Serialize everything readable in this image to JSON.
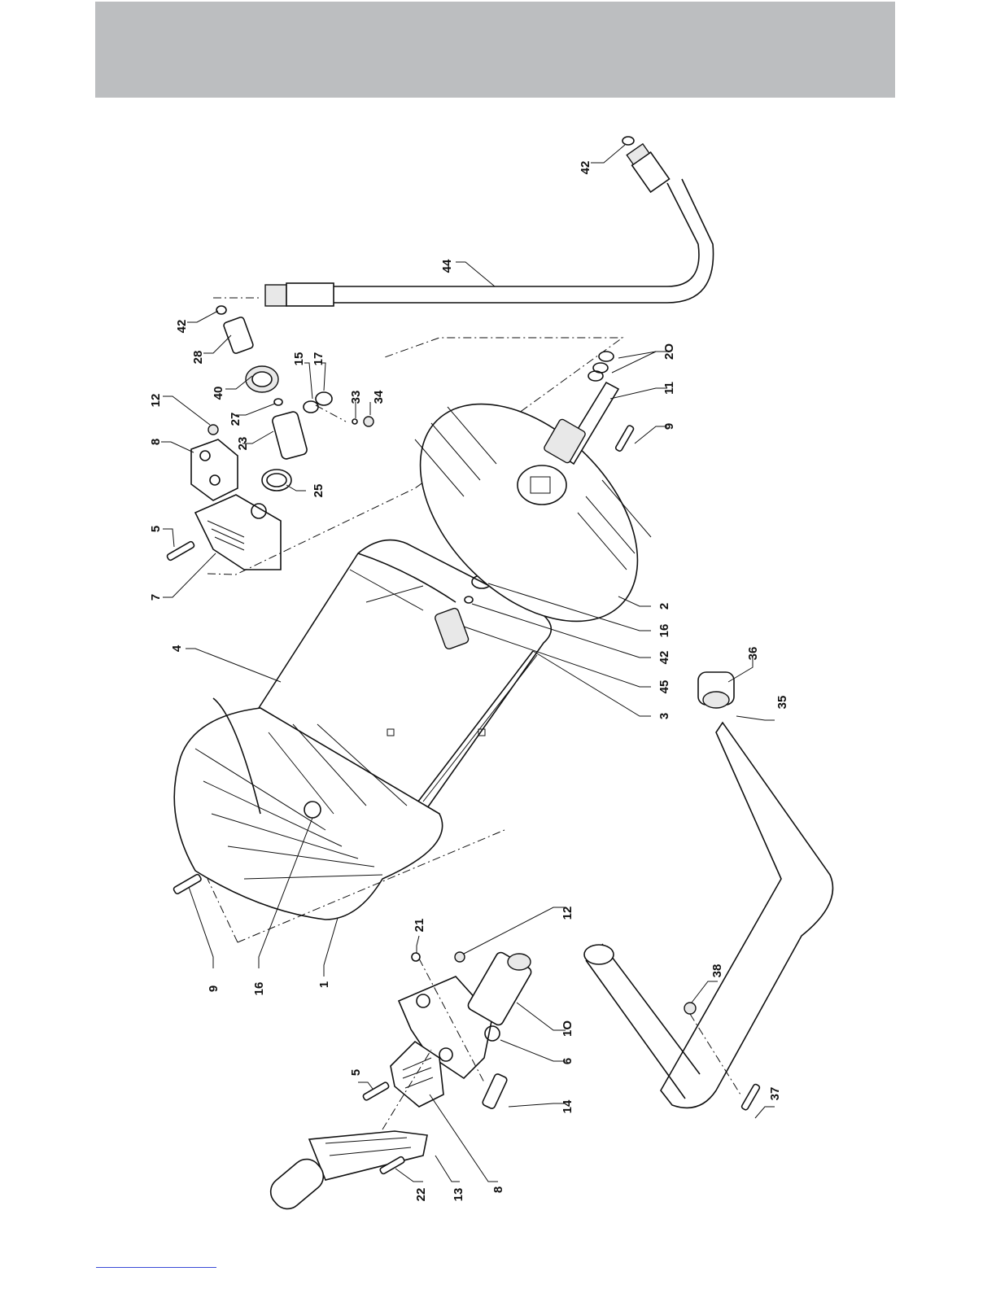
{
  "header": {
    "band_color": "#bcbec0"
  },
  "callouts": [
    {
      "id": "c42a",
      "text": "42"
    },
    {
      "id": "c44",
      "text": "44"
    },
    {
      "id": "c42b",
      "text": "42"
    },
    {
      "id": "c28",
      "text": "28"
    },
    {
      "id": "c12a",
      "text": "12"
    },
    {
      "id": "c40",
      "text": "40"
    },
    {
      "id": "c15",
      "text": "15"
    },
    {
      "id": "c17",
      "text": "17"
    },
    {
      "id": "c20",
      "text": "2O"
    },
    {
      "id": "c11",
      "text": "11"
    },
    {
      "id": "c8a",
      "text": "8"
    },
    {
      "id": "c27",
      "text": "27"
    },
    {
      "id": "c33",
      "text": "33"
    },
    {
      "id": "c34",
      "text": "34"
    },
    {
      "id": "c23",
      "text": "23"
    },
    {
      "id": "c9a",
      "text": "9"
    },
    {
      "id": "c5a",
      "text": "5"
    },
    {
      "id": "c25",
      "text": "25"
    },
    {
      "id": "c7",
      "text": "7"
    },
    {
      "id": "c4",
      "text": "4"
    },
    {
      "id": "c2",
      "text": "2"
    },
    {
      "id": "c16a",
      "text": "16"
    },
    {
      "id": "c42c",
      "text": "42"
    },
    {
      "id": "c45",
      "text": "45"
    },
    {
      "id": "c3",
      "text": "3"
    },
    {
      "id": "c36",
      "text": "36"
    },
    {
      "id": "c35",
      "text": "35"
    },
    {
      "id": "c9b",
      "text": "9"
    },
    {
      "id": "c16b",
      "text": "16"
    },
    {
      "id": "c1",
      "text": "1"
    },
    {
      "id": "c21",
      "text": "21"
    },
    {
      "id": "c12b",
      "text": "12"
    },
    {
      "id": "c38",
      "text": "38"
    },
    {
      "id": "c10",
      "text": "1O"
    },
    {
      "id": "c5b",
      "text": "5"
    },
    {
      "id": "c6",
      "text": "6"
    },
    {
      "id": "c14",
      "text": "14"
    },
    {
      "id": "c37",
      "text": "37"
    },
    {
      "id": "c22",
      "text": "22"
    },
    {
      "id": "c13",
      "text": "13"
    },
    {
      "id": "c8b",
      "text": "8"
    }
  ],
  "footer": {
    "rule_color": "#3a4bd6"
  }
}
